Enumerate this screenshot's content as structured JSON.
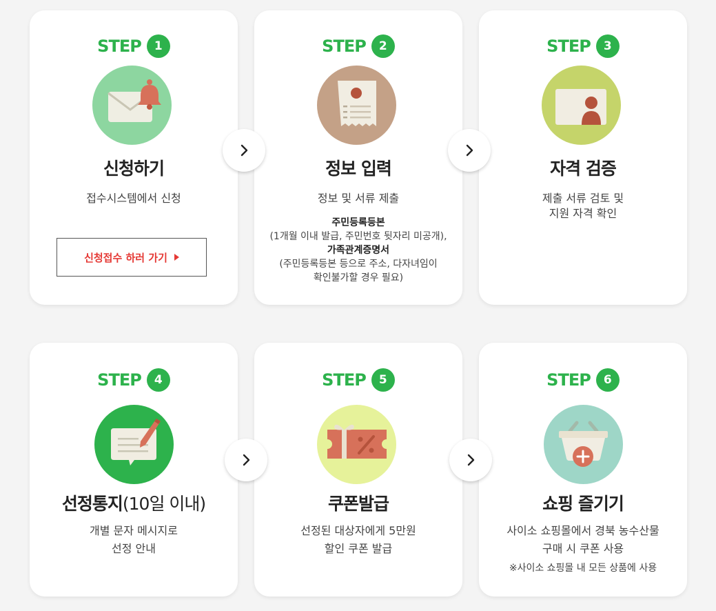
{
  "steps": [
    {
      "step_label": "STEP",
      "number": "1",
      "icon": "envelope-bell-icon",
      "icon_color": "#8dd6a0",
      "title": "신청하기",
      "desc": "접수시스템에서 신청",
      "button_label": "신청접수 하러 가기"
    },
    {
      "step_label": "STEP",
      "number": "2",
      "icon": "document-receipt-icon",
      "icon_color": "#c4a187",
      "title": "정보 입력",
      "desc": "정보 및 서류 제출",
      "doc1_title": "주민등록등본",
      "doc1_detail": "(1개월 이내 발급, 주민번호 뒷자리 미공개),",
      "doc2_title": "가족관계증명서",
      "doc2_detail_1": "(주민등록등본 등으로 주소, 다자녀임이",
      "doc2_detail_2": "확인불가할 경우 필요)"
    },
    {
      "step_label": "STEP",
      "number": "3",
      "icon": "id-card-icon",
      "icon_color": "#c5d46a",
      "title": "자격 검증",
      "desc_1": "제출 서류 검토 및",
      "desc_2": "지원 자격 확인"
    },
    {
      "step_label": "STEP",
      "number": "4",
      "icon": "message-pencil-icon",
      "icon_color": "#2db24c",
      "title": "선정통지",
      "title_suffix": "(10일 이내)",
      "desc_1": "개별 문자 메시지로",
      "desc_2": "선정 안내"
    },
    {
      "step_label": "STEP",
      "number": "5",
      "icon": "coupon-ticket-icon",
      "icon_color": "#e6f29a",
      "title": "쿠폰발급",
      "desc_1": "선정된 대상자에게 5만원",
      "desc_2": "할인 쿠폰 발급"
    },
    {
      "step_label": "STEP",
      "number": "6",
      "icon": "shopping-basket-icon",
      "icon_color": "#9ed6c7",
      "title": "쇼핑 즐기기",
      "desc_1": "사이소 쇼핑몰에서 경북 농수산물",
      "desc_2": "구매 시 쿠폰 사용",
      "note": "※사이소 쇼핑몰 내 모든 상품에 사용"
    }
  ],
  "colors": {
    "accent_green": "#2db24c",
    "button_red": "#e53935",
    "background": "#f4f4f4"
  }
}
